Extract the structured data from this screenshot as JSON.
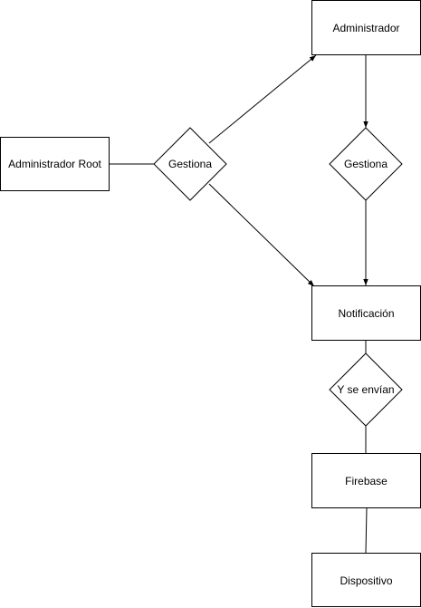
{
  "diagram": {
    "entities": {
      "admin_root": "Administrador Root",
      "administrador": "Administrador",
      "notificacion": "Notificación",
      "firebase": "Firebase",
      "dispositivo": "Dispositivo"
    },
    "relationships": {
      "gestiona_root": "Gestiona",
      "gestiona_admin": "Gestiona",
      "se_envian": "Y se envían"
    }
  }
}
